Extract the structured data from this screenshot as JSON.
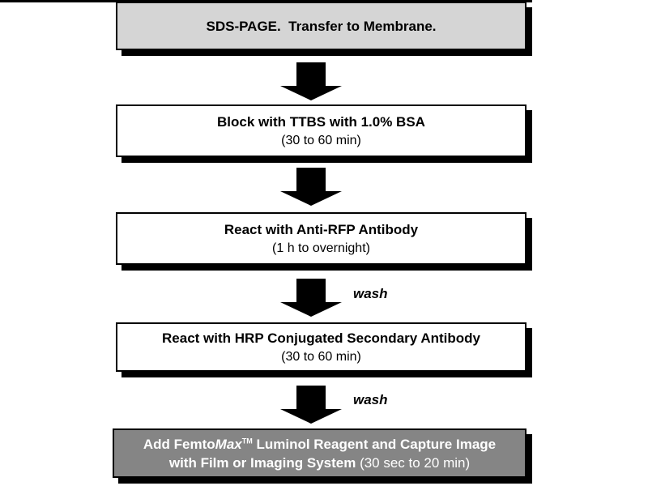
{
  "page": {
    "background_color": "#ffffff",
    "description": "Western blot chemiluminescent detection protocol flowchart"
  },
  "colors": {
    "box_light_gray_fill": "#d5d5d5",
    "box_white_fill": "#ffffff",
    "box_dark_gray_fill": "#858585",
    "border": "#000000",
    "shadow": "#000000",
    "arrow": "#000000",
    "dark_text": "#000000",
    "light_text": "#ffffff"
  },
  "flowchart": {
    "steps": [
      {
        "variant": "light-gray",
        "title": "SDS-PAGE.  Transfer to Membrane."
      },
      {
        "variant": "white",
        "title": "Block with TTBS with 1.0% BSA",
        "subtitle": "(30 to 60 min)"
      },
      {
        "variant": "white",
        "title": "React with Anti-RFP Antibody",
        "subtitle": "(1 h to overnight)"
      },
      {
        "variant": "white",
        "title": "React with HRP Conjugated Secondary Antibody",
        "subtitle": "(30 to 60 min)"
      },
      {
        "variant": "dark-gray",
        "line1": {
          "lead_bold": "Add Femto",
          "brand_italic": "Max",
          "trademark": "TM",
          "rest_bold": " Luminol Reagent and Capture Image"
        },
        "line2": {
          "bold": "with Film or Imaging System ",
          "normal": "(30 sec to 20 min)"
        }
      }
    ],
    "connectors": [
      {
        "label": ""
      },
      {
        "label": ""
      },
      {
        "label": "wash"
      },
      {
        "label": "wash"
      }
    ]
  }
}
